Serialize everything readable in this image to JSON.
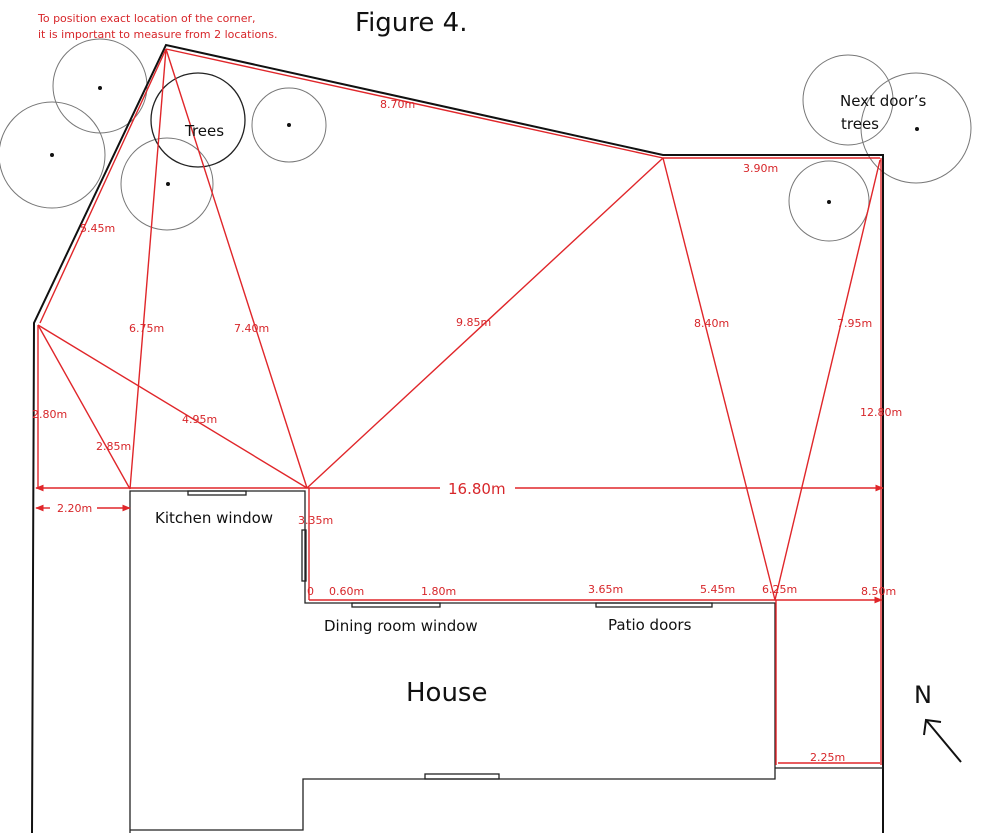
{
  "title": "Figure 4.",
  "note": [
    "To position exact location of the corner,",
    "it is important to measure from 2 locations."
  ],
  "labels": {
    "trees": "Trees",
    "next_door_1": "Next door’s",
    "next_door_2": "trees",
    "kitchen_window": "Kitchen window",
    "dining_window": "Dining room window",
    "patio_doors": "Patio doors",
    "house": "House",
    "north": "N"
  },
  "measurements": {
    "m870": "8.70m",
    "m390": "3.90m",
    "m545a": "5.45m",
    "m675": "6.75m",
    "m740": "7.40m",
    "m985": "9.85m",
    "m840": "8.40m",
    "m795": "7.95m",
    "m280": "2.80m",
    "m495": "4.95m",
    "m1280": "12.80m",
    "m285": "2.85m",
    "m1680": "16.80m",
    "m220": "2.20m",
    "m335": "3.35m",
    "m0": "0",
    "m060": "0.60m",
    "m180": "1.80m",
    "m365": "3.65m",
    "m545b": "5.45m",
    "m625": "6.25m",
    "m850": "8.50m",
    "m225": "2.25m"
  },
  "colors": {
    "measure": "#e0262a",
    "outline": "#111111"
  }
}
